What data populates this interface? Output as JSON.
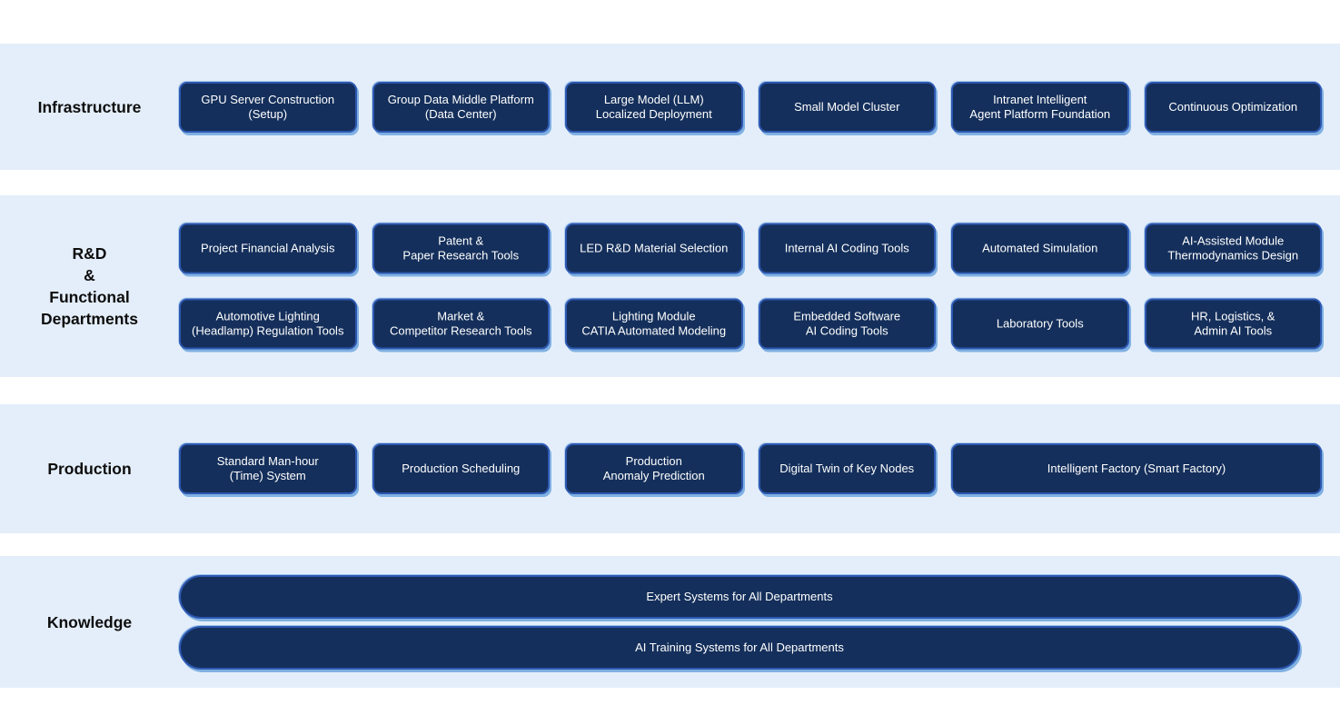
{
  "palette": {
    "band_background": "#e4eefa",
    "box_fill": "#142f5b",
    "box_border": "#2d57b0",
    "box_glow": "#7fb0e2",
    "box_text": "#ffffff",
    "label_text": "#0d0d0d"
  },
  "rows": [
    {
      "label": "Infrastructure",
      "boxes": [
        "GPU Server Construction\n(Setup)",
        "Group Data Middle Platform\n(Data Center)",
        "Large Model (LLM)\nLocalized Deployment",
        "Small Model Cluster",
        "Intranet Intelligent\nAgent Platform Foundation",
        "Continuous Optimization"
      ]
    },
    {
      "label": "R&D\n&\nFunctional\nDepartments",
      "boxes_top": [
        "Project Financial Analysis",
        "Patent &\nPaper Research Tools",
        "LED R&D Material Selection",
        "Internal AI Coding Tools",
        "Automated Simulation",
        "AI-Assisted Module\nThermodynamics Design"
      ],
      "boxes_bottom": [
        "Automotive Lighting\n(Headlamp) Regulation Tools",
        "Market &\nCompetitor Research Tools",
        "Lighting Module\nCATIA Automated Modeling",
        "Embedded Software\nAI Coding Tools",
        "Laboratory Tools",
        "HR, Logistics, &\nAdmin AI Tools"
      ]
    },
    {
      "label": "Production",
      "boxes": [
        "Standard Man-hour\n(Time) System",
        "Production Scheduling",
        "Production\nAnomaly Prediction",
        "Digital Twin of Key Nodes",
        "Intelligent Factory (Smart Factory)"
      ]
    },
    {
      "label": "Knowledge",
      "boxes": [
        "Expert Systems for All Departments",
        "AI Training Systems for All Departments"
      ]
    }
  ]
}
